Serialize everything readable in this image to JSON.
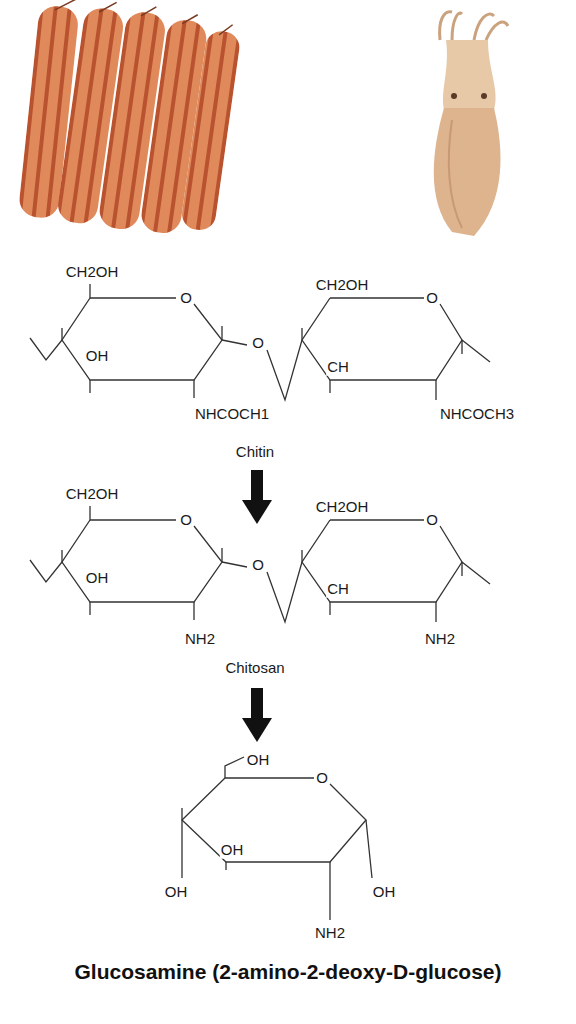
{
  "diagram": {
    "caption": "Glucosamine (2-amino-2-deoxy-D-glucose)",
    "labels": [
      "CH2OH",
      "O",
      "O",
      "CH2OH",
      "O",
      "OH",
      "CH",
      "NHCOCH1",
      "NHCOCH3",
      "Chitin",
      "CH2OH",
      "O",
      "O",
      "CH2OH",
      "O",
      "OH",
      "CH",
      "NH2",
      "NH2",
      "Chitosan",
      "OH",
      "O",
      "OH",
      "OH",
      "OH",
      "NH2"
    ]
  }
}
